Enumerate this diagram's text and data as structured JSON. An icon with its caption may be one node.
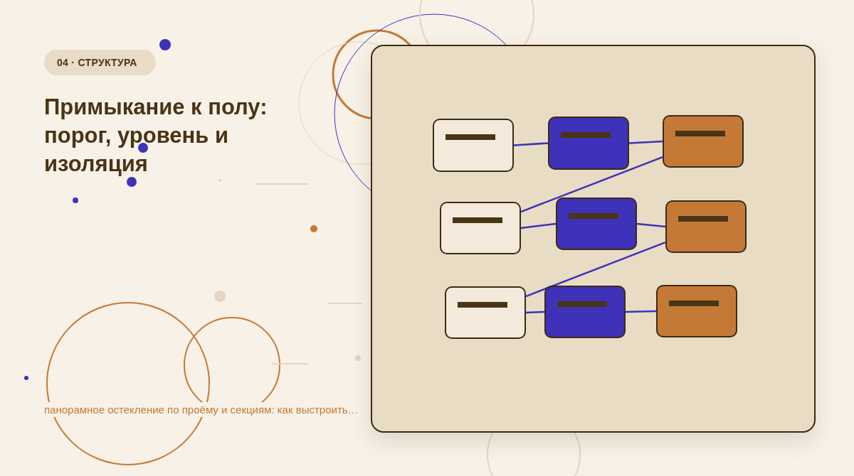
{
  "diagram": {
    "title": "Примыкание к полу: порог, уровень и изоляция",
    "caption": "панорамное остекление по проёму и секциям: как выстроить…",
    "labels": [
      "04 · СТРУКТУРА"
    ],
    "nodes": [
      {
        "text": [],
        "shape": "box"
      },
      {
        "text": [],
        "shape": "box"
      },
      {
        "text": [],
        "shape": "box"
      },
      {
        "text": [],
        "shape": "box"
      },
      {
        "text": [],
        "shape": "box"
      },
      {
        "text": [],
        "shape": "box"
      },
      {
        "text": [],
        "shape": "box"
      },
      {
        "text": [],
        "shape": "box"
      },
      {
        "text": [],
        "shape": "box"
      }
    ],
    "edges": [
      {
        "from": 0,
        "to": 1,
        "arrow": "none"
      },
      {
        "from": 1,
        "to": 2,
        "arrow": "none"
      },
      {
        "from": 2,
        "to": 3,
        "arrow": "none"
      },
      {
        "from": 3,
        "to": 4,
        "arrow": "none"
      },
      {
        "from": 4,
        "to": 5,
        "arrow": "none"
      },
      {
        "from": 5,
        "to": 6,
        "arrow": "none"
      },
      {
        "from": 6,
        "to": 7,
        "arrow": "none"
      },
      {
        "from": 7,
        "to": 8,
        "arrow": "none"
      }
    ]
  }
}
